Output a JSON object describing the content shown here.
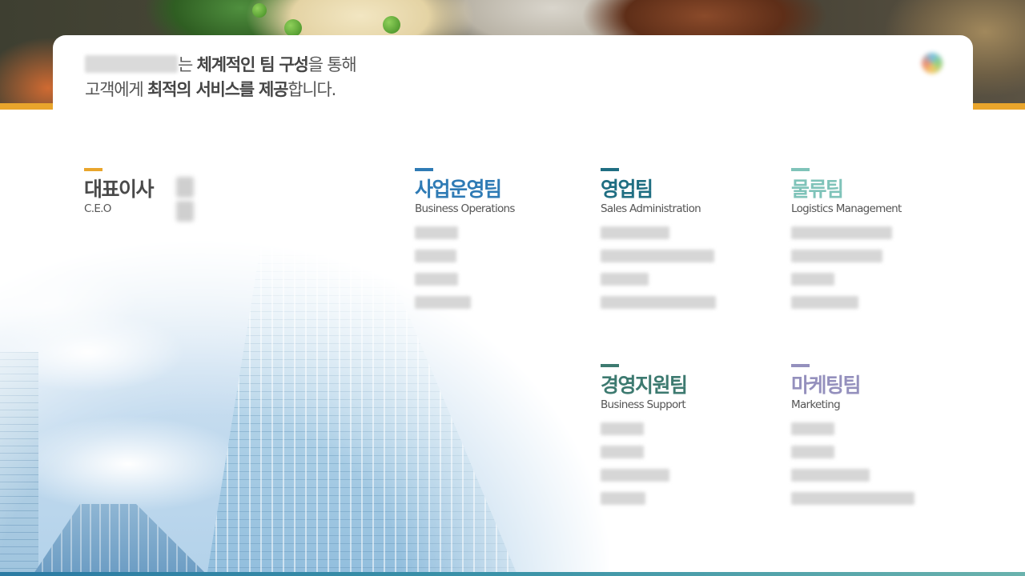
{
  "header": {
    "intro_line1_suffix": "는",
    "intro_line1_bold": "체계적인 팀 구성",
    "intro_line1_end": "을 통해",
    "intro_line2_start": "고객에게",
    "intro_line2_bold": "최적의 서비스를 제공",
    "intro_line2_end": "합니다."
  },
  "ceo": {
    "title": "대표이사",
    "subtitle": "C.E.O",
    "accent_color": "#e9a52c"
  },
  "teams": [
    {
      "name": "사업운영팀",
      "subtitle": "Business Operations",
      "color": "#2f7bb5"
    },
    {
      "name": "영업팀",
      "subtitle": "Sales Administration",
      "color": "#1f6e82"
    },
    {
      "name": "물류팀",
      "subtitle": "Logistics Management",
      "color": "#7fc3b9"
    },
    {
      "name": "경영지원팀",
      "subtitle": "Business Support",
      "color": "#3d7a70"
    },
    {
      "name": "마케팅팀",
      "subtitle": "Marketing",
      "color": "#9490bd"
    }
  ],
  "colors": {
    "banner_stripe": "#e9a52c",
    "footer_bar": "#2c7ba3"
  }
}
